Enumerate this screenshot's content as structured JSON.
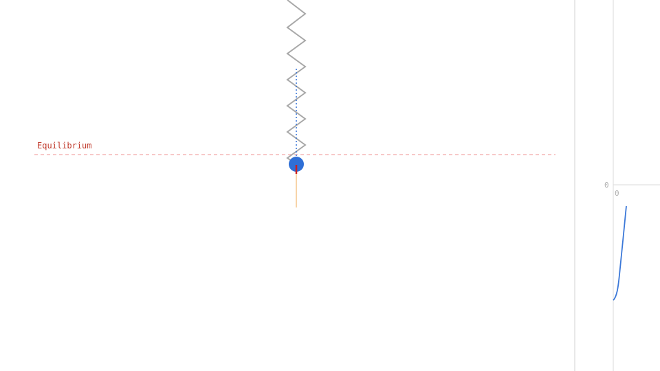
{
  "simulation": {
    "equilibrium_label": "Equilibrium",
    "colors": {
      "equilibrium_line": "#f2a6a6",
      "equilibrium_text": "#c0392b",
      "spring": "#a8a8a8",
      "mass": "#2f6fd6",
      "displacement_guide": "#2f6fd6",
      "force_vector": "#cc1f1f",
      "velocity_vector": "#f5c68a",
      "panel_border": "#d9d9d9"
    }
  },
  "graph": {
    "y_axis_zero_label": "0",
    "x_axis_zero_label": "0",
    "curve_color": "#3b78d8"
  }
}
